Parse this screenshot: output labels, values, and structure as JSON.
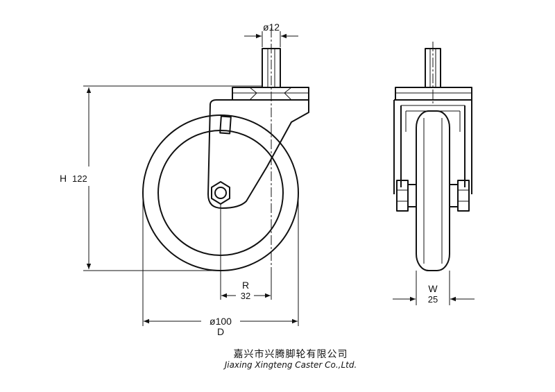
{
  "dimensions": {
    "stem_diameter": "ø12",
    "height_letter": "H",
    "height_value": "122",
    "radius_letter": "R",
    "radius_value": "32",
    "wheel_diameter": "ø100",
    "wheel_diameter_letter": "D",
    "width_letter": "W",
    "width_value": "25"
  },
  "company": {
    "name_cn": "嘉兴市兴腾脚轮有限公司",
    "name_en": "Jiaxing Xingteng Caster Co.,Ltd."
  }
}
